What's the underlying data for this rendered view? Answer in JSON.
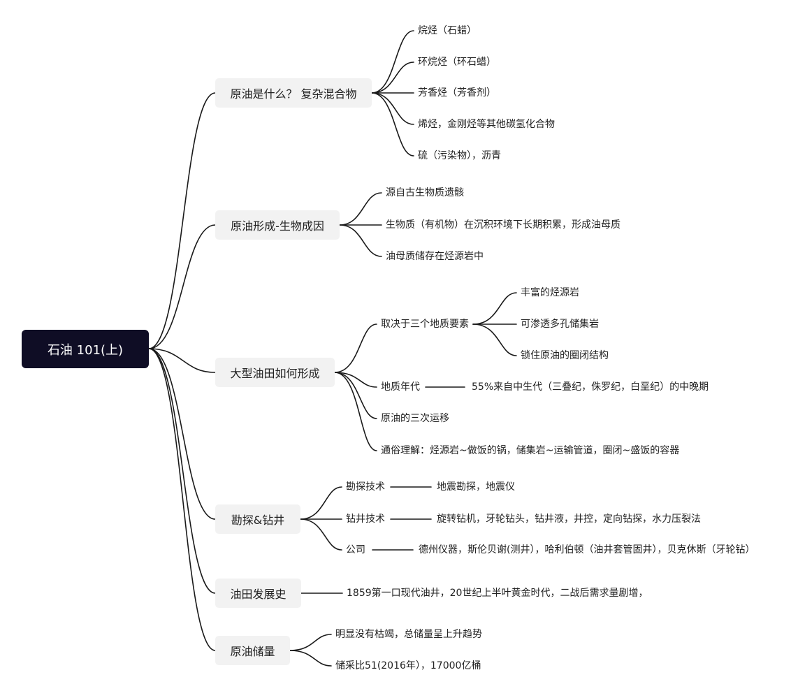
{
  "mindmap": {
    "root": "石油 101(上)",
    "branches": [
      {
        "label": "原油是什么？ 复杂混合物",
        "children": [
          "烷烃（石蜡）",
          "环烷烃（环石蜡）",
          "芳香烃（芳香剂）",
          "烯烃，金刚烃等其他碳氢化合物",
          "硫（污染物），沥青"
        ]
      },
      {
        "label": "原油形成-生物成因",
        "children": [
          "源自古生物质遗骸",
          "生物质（有机物）在沉积环境下长期积累，形成油母质",
          "油母质储存在烃源岩中"
        ]
      },
      {
        "label": "大型油田如何形成",
        "children": [
          {
            "label": "取决于三个地质要素",
            "children": [
              "丰富的烃源岩",
              "可渗透多孔储集岩",
              "锁住原油的圈闭结构"
            ]
          },
          {
            "label": "地质年代",
            "children": [
              "55%来自中生代（三叠纪，侏罗纪，白垩纪）的中晚期"
            ]
          },
          {
            "label": "原油的三次运移"
          },
          {
            "label": "通俗理解：烃源岩~做饭的锅，储集岩~运输管道，圈闭~盛饭的容器"
          }
        ]
      },
      {
        "label": "勘探&钻井",
        "children": [
          {
            "label": "勘探技术",
            "children": [
              "地震勘探，地震仪"
            ]
          },
          {
            "label": "钻井技术",
            "children": [
              "旋转钻机，牙轮钻头，钻井液，井控，定向钻探，水力压裂法"
            ]
          },
          {
            "label": "公司",
            "children": [
              "德州仪器，斯伦贝谢(测井），哈利伯顿（油井套管固井），贝克休斯（牙轮钻）"
            ]
          }
        ]
      },
      {
        "label": "油田发展史",
        "children": [
          "1859第一口现代油井，20世纪上半叶黄金时代，二战后需求量剧增，"
        ]
      },
      {
        "label": "原油储量",
        "children": [
          "明显没有枯竭，总储量呈上升趋势",
          "储采比51(2016年），17000亿桶"
        ]
      }
    ]
  }
}
